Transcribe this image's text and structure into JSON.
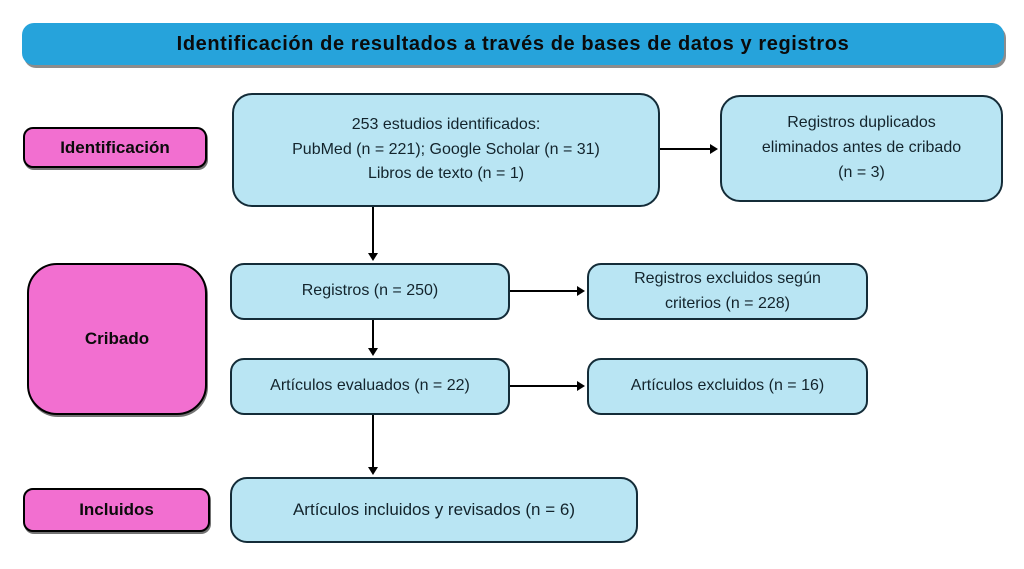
{
  "header": {
    "title": "Identificación de resultados a través de bases de datos y registros"
  },
  "stages": {
    "identificacion": "Identificación",
    "cribado": "Cribado",
    "incluidos": "Incluidos"
  },
  "boxes": {
    "identified": {
      "lines": [
        "253 estudios identificados:",
        "PubMed (n = 221); Google Scholar (n = 31)",
        "Libros de texto (n = 1)"
      ]
    },
    "duplicates_removed": {
      "lines": [
        "Registros duplicados",
        "eliminados antes de cribado",
        "(n = 3)"
      ]
    },
    "records": {
      "label": "Registros (n = 250)"
    },
    "records_excluded": {
      "lines": [
        "Registros excluidos según",
        "criterios (n = 228)"
      ]
    },
    "articles_assessed": {
      "label": "Artículos evaluados (n = 22)"
    },
    "articles_excluded": {
      "label": "Artículos excluidos (n = 16)"
    },
    "articles_included": {
      "label": "Artículos incluidos y revisados  (n = 6)"
    }
  },
  "colors": {
    "header_bg": "#26A3DB",
    "flow_box_bg": "#B9E5F3",
    "flow_box_border": "#142C38",
    "stage_bg": "#F26FD0",
    "stage_border": "#000000",
    "arrow": "#000000"
  }
}
